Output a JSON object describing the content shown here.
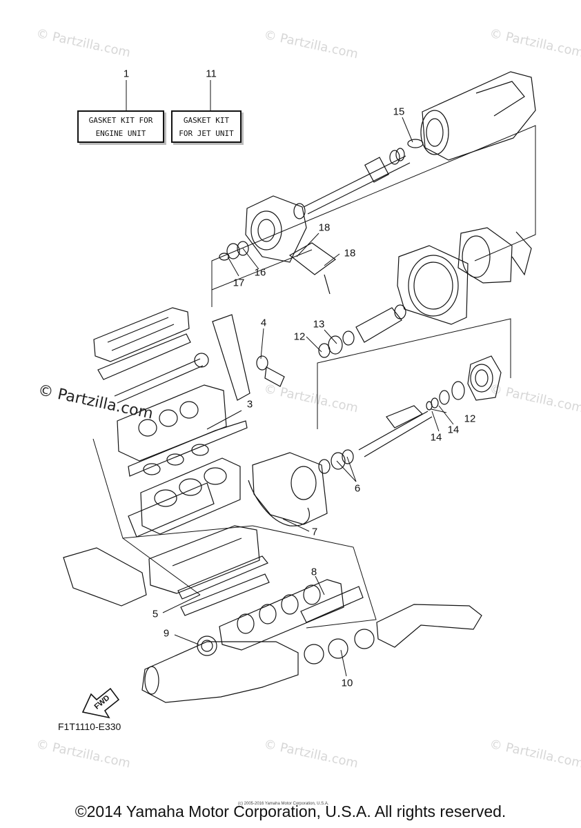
{
  "watermarks": [
    "© Partzilla.com",
    "© Partzilla.com",
    "© Partzilla.com",
    "© Partzilla.com",
    "© Partzilla.com",
    "© Partzilla.com",
    "© Partzilla.com",
    "© Partzilla.com",
    "© Partzilla.com"
  ],
  "watermark_dark": "© Partzilla.com",
  "kits": {
    "engine": {
      "line1": "GASKET KIT FOR",
      "line2": "ENGINE UNIT"
    },
    "jet": {
      "line1": "GASKET KIT",
      "line2": "FOR JET UNIT"
    }
  },
  "callouts": {
    "c1": "1",
    "c11": "11",
    "c15": "15",
    "c18a": "18",
    "c18b": "18",
    "c17": "17",
    "c16": "16",
    "c4": "4",
    "c13": "13",
    "c12a": "12",
    "c3": "3",
    "c12b": "12",
    "c14a": "14",
    "c14b": "14",
    "c6": "6",
    "c7": "7",
    "c8": "8",
    "c5": "5",
    "c9": "9",
    "c10": "10"
  },
  "fwd_label": "FWD",
  "diagram_code": "F1T1110-E330",
  "copyright_small": "(c) 2005-2016 Yamaha Motor Corporation, U.S.A.",
  "copyright": "©2014 Yamaha Motor Corporation, U.S.A. All rights reserved.",
  "colors": {
    "line": "#111111",
    "watermark": "#d7d7d7"
  }
}
